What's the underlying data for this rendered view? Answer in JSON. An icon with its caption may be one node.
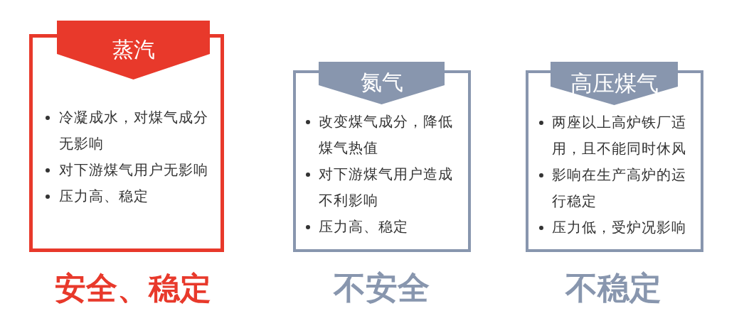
{
  "diagram": {
    "nodes": [
      {
        "text": [
          "蒸汽",
          "冷凝成水，对煤气成分无影响",
          "对下游煤气用户无影响",
          "压力高、稳定"
        ],
        "beside": [
          "安全、稳定"
        ]
      },
      {
        "text": [
          "氮气",
          "改变煤气成分，降低煤气热值",
          "对下游煤气用户造成不利影响",
          "压力高、稳定"
        ],
        "beside": [
          "不安全"
        ]
      },
      {
        "text": [
          "高压煤气",
          "两座以上高炉铁厂适用，且不能同时休风",
          "影响在生产高炉的运行稳定",
          "压力低，受炉况影响"
        ],
        "beside": [
          "不稳定"
        ]
      }
    ]
  }
}
